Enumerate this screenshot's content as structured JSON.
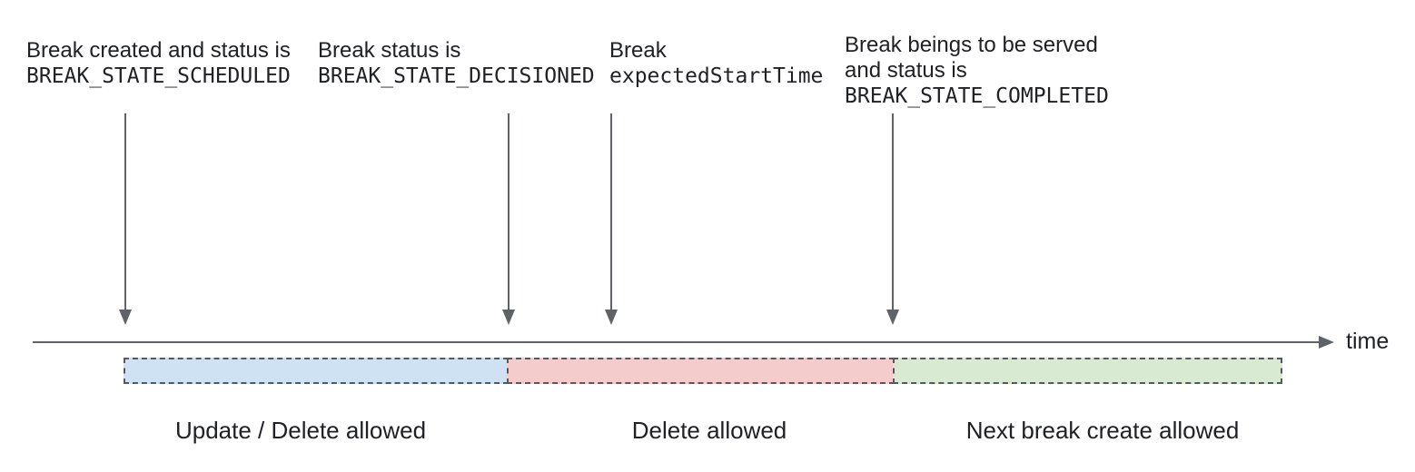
{
  "annotations": [
    {
      "line1": "Break created and status is",
      "line2": "BREAK_STATE_SCHEDULED"
    },
    {
      "line1": "Break status is",
      "line2": "BREAK_STATE_DECISIONED"
    },
    {
      "line1": "Break",
      "line2": "expectedStartTime"
    },
    {
      "line1": "Break beings to be served",
      "line2": "and status is",
      "line3": "BREAK_STATE_COMPLETED"
    }
  ],
  "timeline": {
    "axis_label": "time",
    "stroke_color": "#5f6368"
  },
  "segments": [
    {
      "label": "Update / Delete allowed",
      "fill": "#cfe2f3"
    },
    {
      "label": "Delete allowed",
      "fill": "#f4cccc"
    },
    {
      "label": "Next break create allowed",
      "fill": "#d9ead3"
    }
  ],
  "colors": {
    "text": "#202124",
    "segment_border": "#55585c"
  }
}
